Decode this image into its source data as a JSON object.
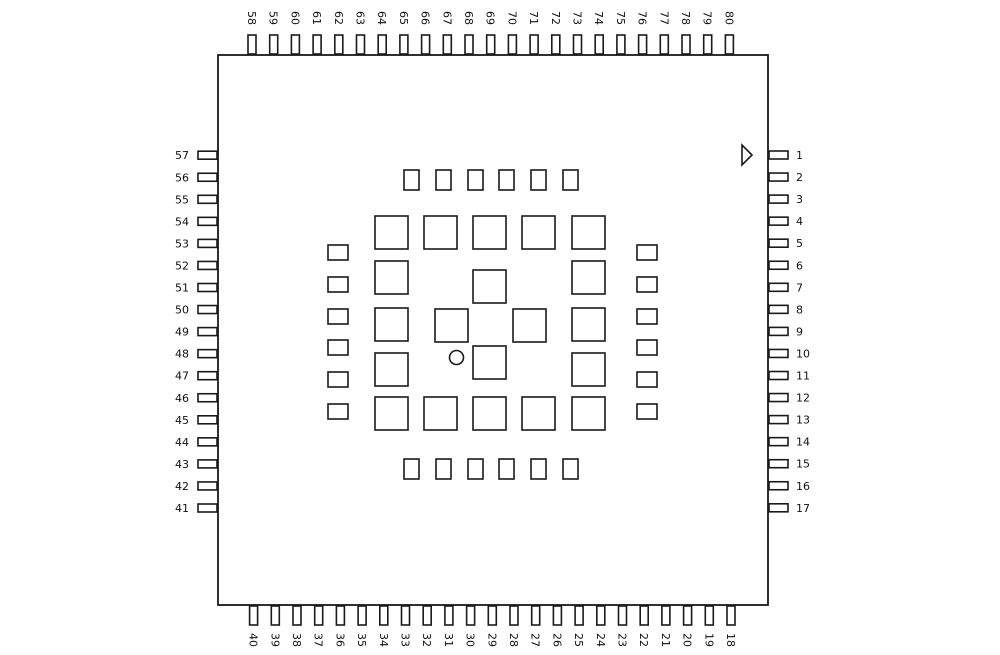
{
  "package": {
    "pins_right": [
      "1",
      "2",
      "3",
      "4",
      "5",
      "6",
      "7",
      "8",
      "9",
      "10",
      "11",
      "12",
      "13",
      "14",
      "15",
      "16",
      "17"
    ],
    "pins_bottom": [
      "18",
      "19",
      "20",
      "21",
      "22",
      "23",
      "24",
      "25",
      "26",
      "27",
      "28",
      "29",
      "30",
      "31",
      "32",
      "33",
      "34",
      "35",
      "36",
      "37",
      "38",
      "39",
      "40"
    ],
    "pins_left": [
      "41",
      "42",
      "43",
      "44",
      "45",
      "46",
      "47",
      "48",
      "49",
      "50",
      "51",
      "52",
      "53",
      "54",
      "55",
      "56",
      "57"
    ],
    "pins_top": [
      "58",
      "59",
      "60",
      "61",
      "62",
      "63",
      "64",
      "65",
      "66",
      "67",
      "68",
      "69",
      "70",
      "71",
      "72",
      "73",
      "74",
      "75",
      "76",
      "77",
      "78",
      "79",
      "80"
    ],
    "pin1_marker_icon": "triangle-right",
    "orientation_mark_icon": "circle",
    "colors": {
      "stroke": "#1a1a1a",
      "fill": "#ffffff"
    }
  }
}
